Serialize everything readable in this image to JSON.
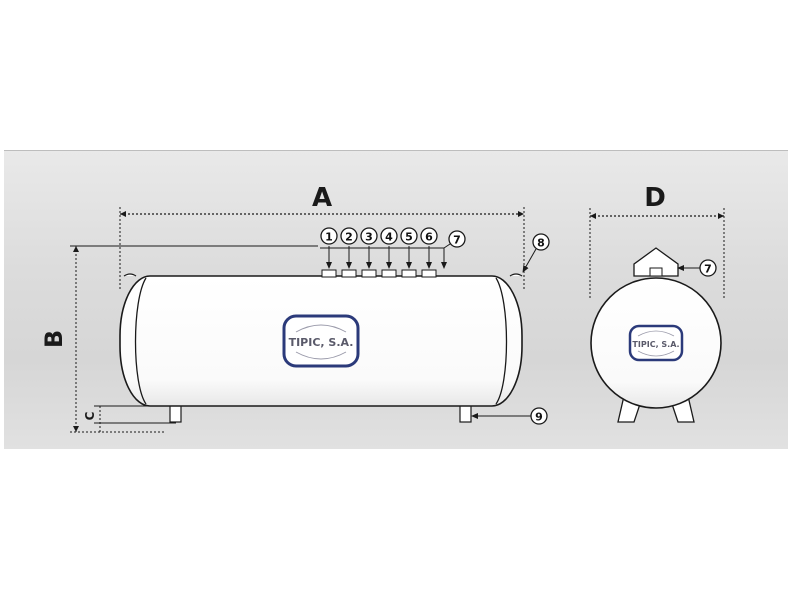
{
  "dimensions": {
    "A": "A",
    "B": "B",
    "C": "C",
    "D": "D"
  },
  "logo": {
    "text": "TIPIC, S.A."
  },
  "callouts": {
    "c1": "1",
    "c2": "2",
    "c3": "3",
    "c4": "4",
    "c5": "5",
    "c6": "6",
    "c7": "7",
    "c8": "8",
    "c9": "9",
    "c7_side": "7"
  },
  "colors": {
    "logo_border": "#2b3a7a",
    "line": "#1a1a1a",
    "tank_fill": "#ffffff"
  }
}
